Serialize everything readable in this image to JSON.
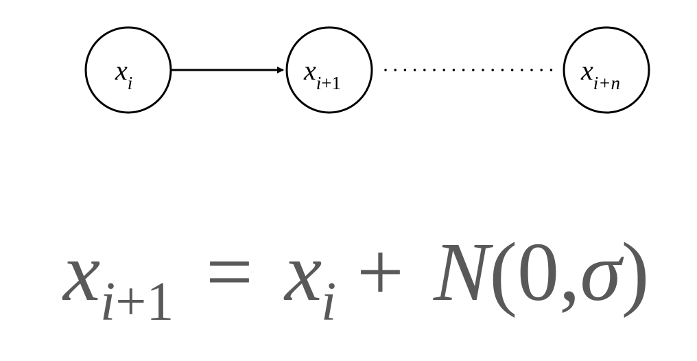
{
  "diagram": {
    "nodes": [
      {
        "var": "x",
        "sub": "i"
      },
      {
        "var": "x",
        "sub_italic": "i",
        "sub_upright": "+1"
      },
      {
        "var": "x",
        "sub": "i+n"
      }
    ],
    "edges": [
      {
        "from": 0,
        "to": 1,
        "style": "arrow"
      },
      {
        "from": 1,
        "to": 2,
        "style": "dotted"
      }
    ]
  },
  "formula": {
    "lhs_var": "x",
    "lhs_sub_italic": "i",
    "lhs_sub_upright": "+1",
    "equals": "=",
    "rhs_var": "x",
    "rhs_sub": "i",
    "plus": "+",
    "noise_fn": "N",
    "open_paren": "(",
    "mean": "0,",
    "std": "σ",
    "close_paren": ")"
  },
  "colors": {
    "diagram_ink": "#000000",
    "formula_ink": "#595959",
    "background": "#ffffff"
  }
}
